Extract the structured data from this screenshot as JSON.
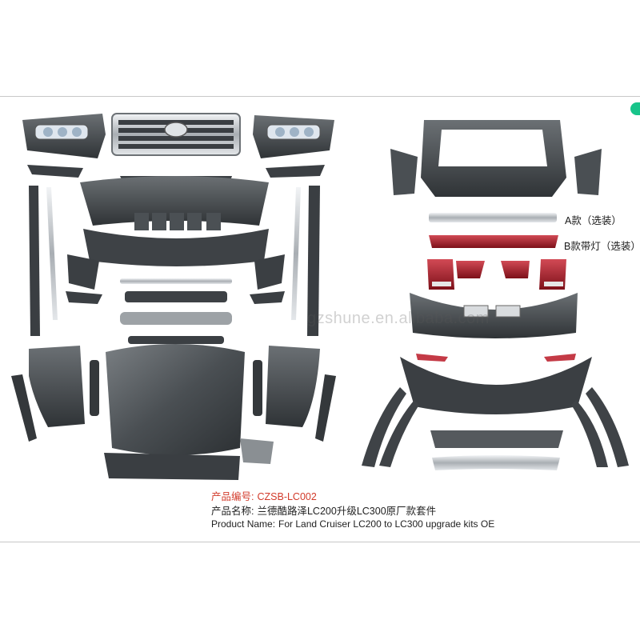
{
  "option_a": "A款（选装）",
  "option_b": "B款带灯（选装）",
  "watermark": "gzshune.en.alibaba.com",
  "caption": {
    "code_label": "产品编号:",
    "code_value": "CZSB-LC002",
    "name_cn_label": "产品名称:",
    "name_cn_value": "兰德酷路泽LC200升级LC300原厂款套件",
    "name_en_label": "Product Name:",
    "name_en_value": "For Land Cruiser LC200 to LC300 upgrade kits OE"
  },
  "colors": {
    "part_dark": "#3f4347",
    "part_mid": "#5d6266",
    "chrome": "#c9ced3",
    "taillight_red": "#a51e2a",
    "caption_red": "#d23a2a",
    "accent_green": "#18c48a"
  }
}
